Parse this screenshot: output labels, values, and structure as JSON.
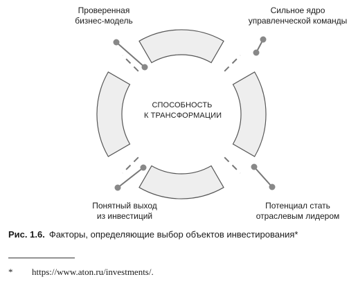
{
  "diagram": {
    "center_label": [
      "СПОСОБНОСТЬ",
      "К ТРАНСФОРМАЦИИ"
    ],
    "factors": {
      "top_left": [
        "Проверенная",
        "бизнес-модель"
      ],
      "top_right": [
        "Сильное ядро",
        "управленческой команды"
      ],
      "bottom_left": [
        "Понятный выход",
        "из инвестиций"
      ],
      "bottom_right": [
        "Потенциал стать",
        "отраслевым лидером"
      ]
    },
    "colors": {
      "segment_fill": "#eeeeee",
      "segment_stroke": "#555555",
      "connector": "#777777",
      "node": "#888888"
    }
  },
  "caption": {
    "number": "Рис. 1.6.",
    "text": "Факторы, определяющие выбор объектов инвестирования*"
  },
  "footnote": {
    "mark": "*",
    "text": "https://www.aton.ru/investments/."
  }
}
